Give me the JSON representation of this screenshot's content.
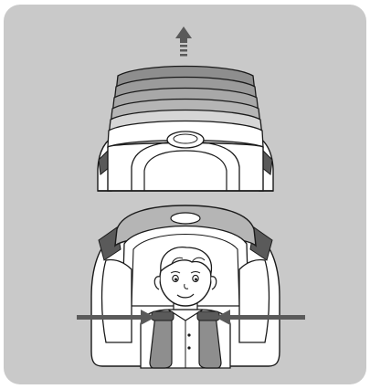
{
  "illustration": {
    "panel_color": "#c9c9c9",
    "line_color": "#1a1a1a",
    "seat_fill": "#ffffff",
    "shadow_fill": "#8e8e8e",
    "dark_fill": "#5a5a5a",
    "arrow_color": "#5a5a5a",
    "top_figure": {
      "icon": "headrest-raise-icon",
      "arrow_direction": "up",
      "headrest_layers": 6
    },
    "bottom_figure": {
      "icon": "child-in-seat-icon",
      "arrow_directions": [
        "right",
        "left"
      ]
    }
  }
}
